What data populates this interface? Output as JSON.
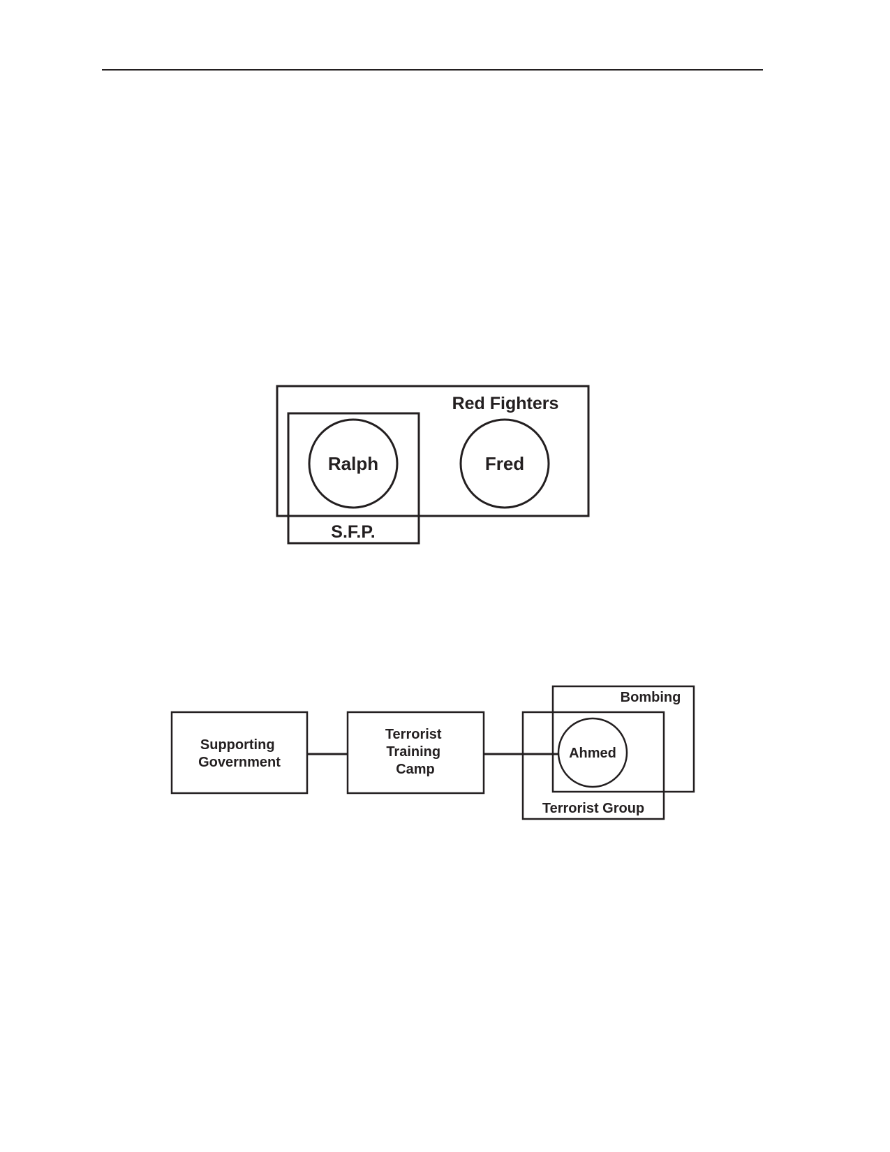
{
  "colors": {
    "ink": "#231f20",
    "background": "#ffffff"
  },
  "figure_1": {
    "group_label": "Red Fighters",
    "overlap_group_label": "S.F.P.",
    "people": [
      {
        "name": "Ralph"
      },
      {
        "name": "Fred"
      }
    ]
  },
  "figure_2": {
    "boxes": [
      {
        "lines": [
          "Supporting",
          "Government"
        ]
      },
      {
        "lines": [
          "Terrorist",
          "Training",
          "Camp"
        ]
      }
    ],
    "event_label": "Bombing",
    "group_label": "Terrorist Group",
    "person": "Ahmed"
  }
}
